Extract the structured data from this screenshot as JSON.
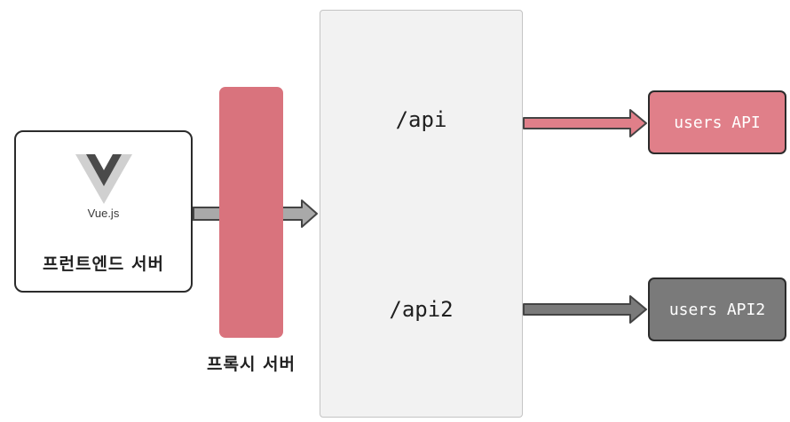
{
  "frontend": {
    "logo_text": "Vue.js",
    "label": "프런트엔드 서버"
  },
  "proxy": {
    "label": "프록시 서버"
  },
  "routes": [
    {
      "path": "/api"
    },
    {
      "path": "/api2"
    }
  ],
  "services": [
    {
      "name": "users API",
      "color": "#e07f89"
    },
    {
      "name": "users API2",
      "color": "#7a7a7a"
    }
  ],
  "colors": {
    "proxy": "#d9737d",
    "gateway_bg": "#f2f2f2",
    "arrow_gray": "#a9a9a9",
    "arrow_pink": "#e07f89",
    "arrow_dark": "#7a7a7a"
  }
}
